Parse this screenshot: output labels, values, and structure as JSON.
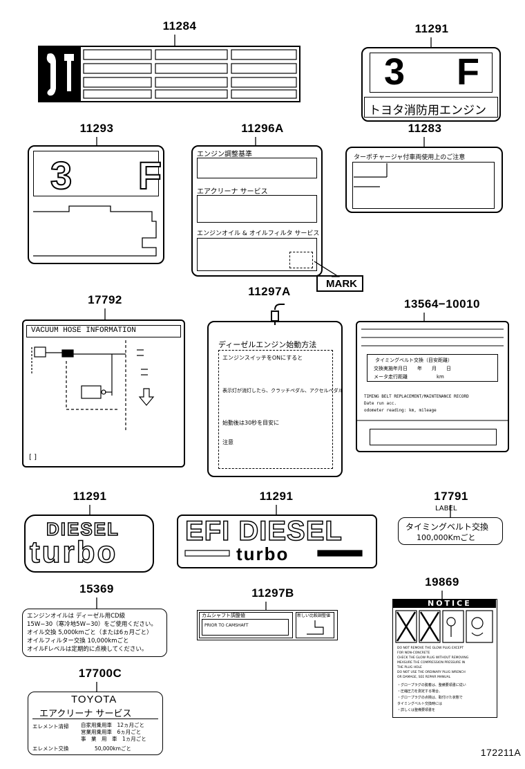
{
  "parts": {
    "p11284": "11284",
    "p11291a": "11291",
    "p11293": "11293",
    "p11296a": "11296A",
    "p11283": "11283",
    "p17792": "17792",
    "p11297a": "11297A",
    "p13564": "13564−10010",
    "p11291b": "11291",
    "p11291c": "11291",
    "p17791": "17791",
    "p15369": "15369",
    "p11297b": "11297B",
    "p19869": "19869",
    "p17700c": "17700C"
  },
  "labels": {
    "l11291_big": "3 F",
    "l11291_sub": "トヨタ消防用エンジン",
    "l11293_big": "3 F",
    "l11296_h1": "エンジン調整基準",
    "l11296_h2": "エアクリーナ サービス",
    "l11296_h3": "エンジンオイル & オイルフィルタ サービス",
    "mark": "MARK",
    "l11283_h": "ターボチャージャ付車両使用上のご注意",
    "l17792_h": "VACUUM HOSE INFORMATION",
    "l17792_foot": "[ ]",
    "l11297a_h": "ディーゼルエンジン始動方法",
    "l11297a_1": "エンジンスイッチをONにすると",
    "l11297a_2": "表示灯が消灯したら、クラッチペダル、アクセルペダル",
    "l11297a_3": "始動後は30秒を目安に",
    "l11297a_4": "注意",
    "l13564_1": "タイミングベルト交換（目安距離）",
    "l13564_2": "交換実施年月日　　年　　月　　日",
    "l13564_3": "メータ走行距離　　　　　　km",
    "l13564_4": "TIMING BELT REPLACEMENT/MAINTENANCE RECORD",
    "l13564_5": "Date run acc.",
    "l13564_6": "odometer reading:          km, mileage",
    "diesel": "DIESEL",
    "turbo": "turbo",
    "efi": "EFI DIESEL",
    "turbo2": "turbo",
    "l17791_small": "LABEL",
    "l17791_1": "タイミングベルト交換",
    "l17791_2": "100,000Kmごと",
    "l15369_1": "エンジンオイルは ディーゼル用CD級",
    "l15369_2": "15W−30（寒冷地5W−30）をご使用ください。",
    "l15369_3": "オイル交換 5,000kmごと（または6ヵ月ごと）",
    "l15369_4": "オイルフィルター交換 10,000kmごと",
    "l15369_5": "オイルFレベルは定期的に点検してください。",
    "l11297b_1": "カムシャフト調整値",
    "l11297b_2": "PRIOR TO CAMSHAFT",
    "l11297b_3": "新しい比較調整値",
    "notice": "NOTICE",
    "notice_1": "DO NOT REMOVE THE GLOW PLUG EXCEPT",
    "notice_2": "FOR NON-CONCRETE",
    "notice_3": "CHECK THE GLOW PLUG WITHOUT REMOVING",
    "notice_4": "MEASURE THE COMPRESSION PRESSURE IN",
    "notice_5": "THE PLUG HOLE",
    "notice_6": "DO NOT USE THE ORDINARY PLUG WRENCH",
    "notice_7": "OR DAMAGE, SEE REPAIR MANUAL",
    "notice_8": "・グロープラグの脱着は、整備要領書に従い",
    "notice_9": "・圧縮圧力を測定する場合、",
    "notice_10": "・グロープラグの点検は、取付けた状態で",
    "notice_11": "タイミングベルト交換時には",
    "notice_12": "・詳しくは整備要領書を",
    "l17700_1": "TOYOTA",
    "l17700_2": "エアクリーナ サービス",
    "l17700_3": "エレメント清掃",
    "l17700_4": "自家用乗用車　12ヵ月ごと",
    "l17700_5": "営業用乗用車　6ヵ月ごと",
    "l17700_6": "事　業　用　車　1ヵ月ごと",
    "l17700_7": "エレメント交換",
    "l17700_8": "50,000kmごと",
    "figure_id": "172211A"
  }
}
